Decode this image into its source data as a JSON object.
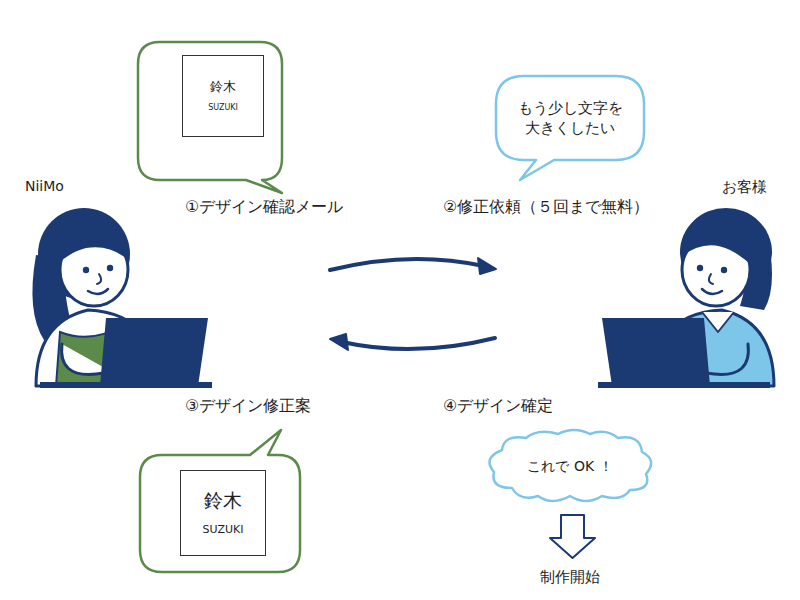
{
  "diagram": {
    "nodes": [
      {
        "text": [
          "鈴木",
          "SUZUKI"
        ]
      },
      {
        "text": [
          "もう少し文字を 大きくしたい"
        ]
      },
      {
        "text": [
          "鈴木",
          "SUZUKI"
        ]
      },
      {
        "text": [
          "これで OK ！"
        ]
      }
    ],
    "labels": [
      "NiiMo",
      "①デザイン確認メール",
      "②修正依頼（５回まで無料）",
      "お客様",
      "③デザイン修正案",
      "④デザイン確定",
      "制作開始"
    ]
  }
}
